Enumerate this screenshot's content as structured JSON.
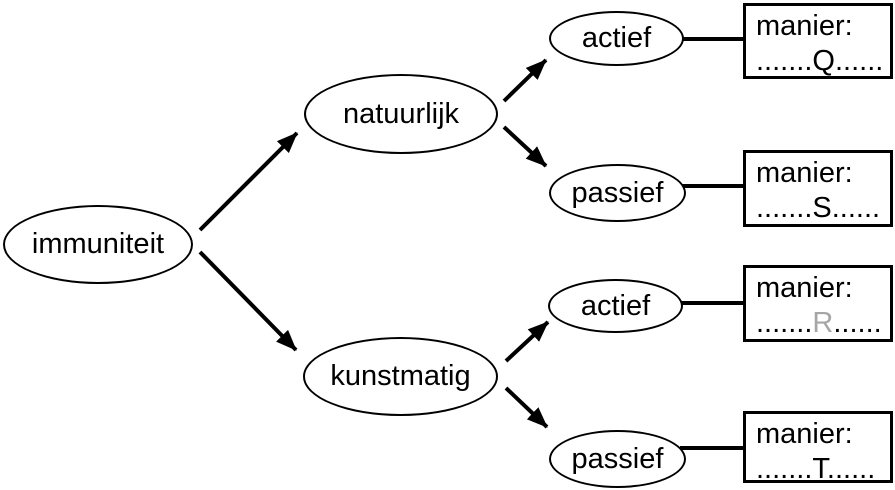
{
  "diagram": {
    "background_color": "#ffffff",
    "stroke_color": "#000000",
    "gray_letter_color": "#a6a6a6"
  },
  "tree": {
    "root": {
      "label": "immuniteit"
    },
    "level1": [
      {
        "label": "natuurlijk"
      },
      {
        "label": "kunstmatig"
      }
    ],
    "level2": [
      {
        "label": "actief"
      },
      {
        "label": "passief"
      },
      {
        "label": "actief"
      },
      {
        "label": "passief"
      }
    ],
    "result_boxes": [
      {
        "title": "manier:",
        "dots_before": ".......",
        "letter": "Q",
        "dots_after": "......",
        "letter_color": "#000000"
      },
      {
        "title": "manier:",
        "dots_before": ".......",
        "letter": "S",
        "dots_after": "......",
        "letter_color": "#000000"
      },
      {
        "title": "manier:",
        "dots_before": ".......",
        "letter": "R",
        "dots_after": "......",
        "letter_color": "#a6a6a6"
      },
      {
        "title": "manier:",
        "dots_before": ".......",
        "letter": "T",
        "dots_after": "......",
        "letter_color": "#000000"
      }
    ]
  }
}
